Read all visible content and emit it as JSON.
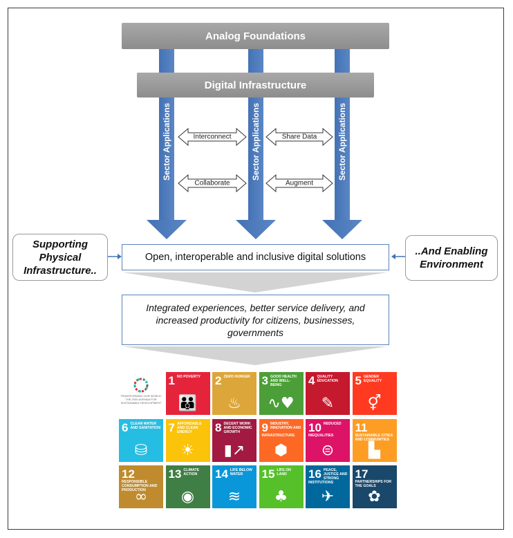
{
  "top_bars": {
    "analog": "Analog Foundations",
    "digital": "Digital Infrastructure"
  },
  "columns": {
    "label": "Sector Applications"
  },
  "connectors": {
    "interconnect": "Interconnect",
    "share_data": "Share Data",
    "collaborate": "Collaborate",
    "augment": "Augment"
  },
  "left_box": "Supporting Physical Infrastructure..",
  "right_box": "..And Enabling Environment",
  "center_box": "Open, interoperable and inclusive digital solutions",
  "outcome_box": "Integrated experiences, better service delivery, and increased productivity for citizens, businesses, governments",
  "sdg_logo_text": "TRANSFORMING OUR WORLD: THE 2030 AGENDA FOR SUSTAINABLE DEVELOPMENT",
  "sdgs": [
    {
      "num": "1",
      "label": "NO POVERTY",
      "color": "#e5243b",
      "icon": "people-icon"
    },
    {
      "num": "2",
      "label": "ZERO HUNGER",
      "color": "#dda63a",
      "icon": "bowl-icon"
    },
    {
      "num": "3",
      "label": "GOOD HEALTH AND WELL-BEING",
      "color": "#4c9f38",
      "icon": "heartbeat-icon"
    },
    {
      "num": "4",
      "label": "QUALITY EDUCATION",
      "color": "#c5192d",
      "icon": "book-icon"
    },
    {
      "num": "5",
      "label": "GENDER EQUALITY",
      "color": "#ff3a21",
      "icon": "gender-icon"
    },
    {
      "num": "6",
      "label": "CLEAN WATER AND SANITATION",
      "color": "#26bde2",
      "icon": "water-icon"
    },
    {
      "num": "7",
      "label": "AFFORDABLE AND CLEAN ENERGY",
      "color": "#fcc30b",
      "icon": "sun-icon"
    },
    {
      "num": "8",
      "label": "DECENT WORK AND ECONOMIC GROWTH",
      "color": "#a21942",
      "icon": "growth-chart-icon"
    },
    {
      "num": "9",
      "label": "INDUSTRY, INNOVATION AND INFRASTRUCTURE",
      "color": "#fd6925",
      "icon": "cubes-icon"
    },
    {
      "num": "10",
      "label": "REDUCED INEQUALITIES",
      "color": "#dd1367",
      "icon": "equal-icon"
    },
    {
      "num": "11",
      "label": "SUSTAINABLE CITIES AND COMMUNITIES",
      "color": "#fd9d24",
      "icon": "city-icon"
    },
    {
      "num": "12",
      "label": "RESPONSIBLE CONSUMPTION AND PRODUCTION",
      "color": "#bf8b2e",
      "icon": "infinity-icon"
    },
    {
      "num": "13",
      "label": "CLIMATE ACTION",
      "color": "#3f7e44",
      "icon": "eye-globe-icon"
    },
    {
      "num": "14",
      "label": "LIFE BELOW WATER",
      "color": "#0a97d9",
      "icon": "fish-icon"
    },
    {
      "num": "15",
      "label": "LIFE ON LAND",
      "color": "#56c02b",
      "icon": "tree-icon"
    },
    {
      "num": "16",
      "label": "PEACE, JUSTICE AND STRONG INSTITUTIONS",
      "color": "#00689d",
      "icon": "dove-icon"
    },
    {
      "num": "17",
      "label": "PARTNERSHIPS FOR THE GOALS",
      "color": "#19486a",
      "icon": "rings-icon"
    }
  ]
}
